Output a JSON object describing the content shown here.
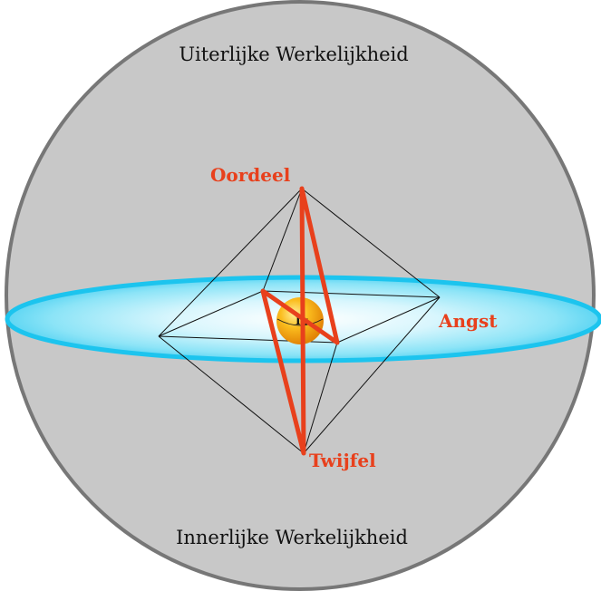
{
  "labels": {
    "top": "Uiterlijke Werkelijkheid",
    "bottom": "Innerlijke Werkelijkheid",
    "judgement": "Oordeel",
    "fear": "Angst",
    "doubt": "Twijfel",
    "self": "Ik"
  },
  "colors": {
    "sphere_fill": "#c8c8c8",
    "sphere_stroke": "#777777",
    "disc_edge": "#1cc4ee",
    "disc_center": "#ffffff",
    "triangle": "#e8401c",
    "accent_text": "#e8401c",
    "ball": "#f7a40d"
  }
}
